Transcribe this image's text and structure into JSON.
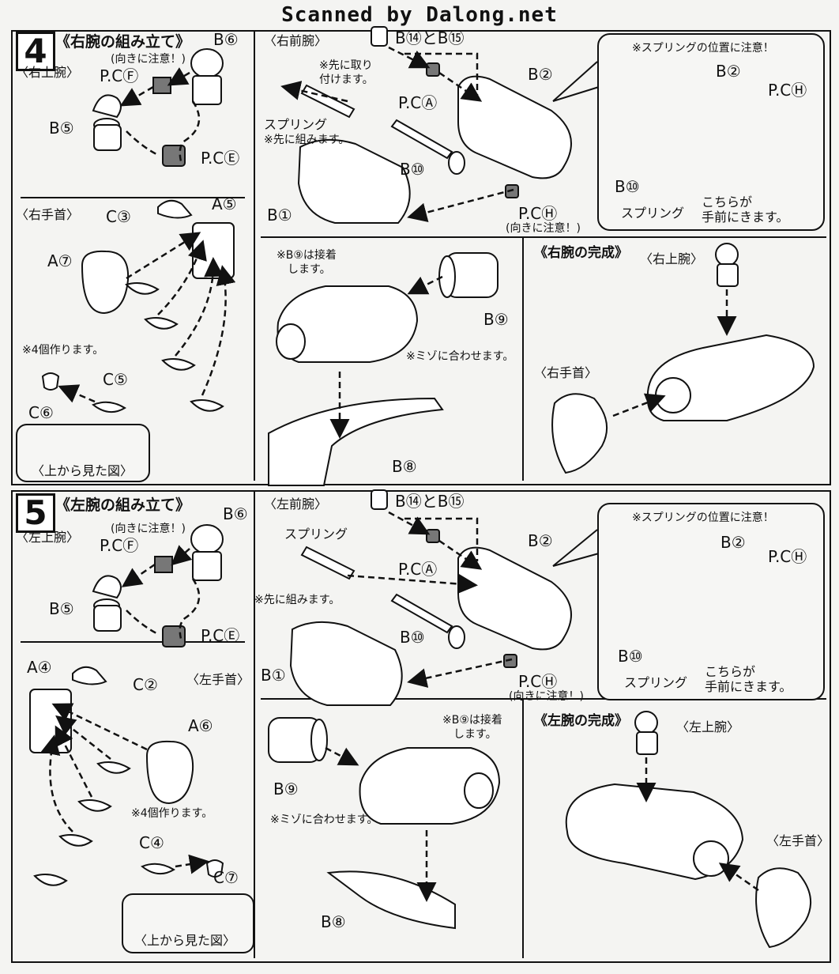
{
  "banner": "Scanned by Dalong.net",
  "step4": {
    "number": "4",
    "title": "《右腕の組み立て》",
    "upper_arm": {
      "header": "〈右上腕〉",
      "labels": {
        "b6": "B⑥",
        "caution": "(向きに注意！)",
        "pcf": "P.CⒻ",
        "b5": "B⑤",
        "pce": "P.CⒺ"
      }
    },
    "wrist": {
      "header": "〈右手首〉",
      "labels": {
        "c3": "C③",
        "a5": "A⑤",
        "a7": "A⑦",
        "note": "※4個作ります。",
        "c5": "C⑤",
        "c6": "C⑥"
      },
      "topview": "〈上から見た図〉"
    },
    "forearm": {
      "header": "〈右前腕〉",
      "labels": {
        "b14_15": "B⑭とB⑮",
        "first_attach": "※先に取り\n付けます。",
        "pca": "P.CⒶ",
        "b2": "B②",
        "spring": "スプリング",
        "spring_note": "※先に組みます。",
        "b10": "B⑩",
        "b1": "B①",
        "pch": "P.CⒽ",
        "pch_caution": "(向きに注意！)"
      }
    },
    "callout": {
      "title": "※スプリングの位置に注意！",
      "b2": "B②",
      "pch": "P.CⒽ",
      "b10": "B⑩",
      "spring": "スプリング",
      "front": "こちらが\n手前にきます。"
    },
    "lower": {
      "glue": "※B⑨は接着\n　します。",
      "b9": "B⑨",
      "groove": "※ミゾに合わせます。",
      "b8": "B⑧"
    },
    "complete": {
      "title": "《右腕の完成》",
      "upper": "〈右上腕〉",
      "wrist": "〈右手首〉"
    }
  },
  "step5": {
    "number": "5",
    "title": "《左腕の組み立て》",
    "upper_arm": {
      "header": "〈左上腕〉",
      "labels": {
        "b6": "B⑥",
        "caution": "(向きに注意！)",
        "pcf": "P.CⒻ",
        "b5": "B⑤",
        "pce": "P.CⒺ"
      }
    },
    "wrist": {
      "header": "〈左手首〉",
      "labels": {
        "a4": "A④",
        "c2": "C②",
        "a6": "A⑥",
        "note": "※4個作ります。",
        "c4": "C④",
        "c7": "C⑦"
      },
      "topview": "〈上から見た図〉"
    },
    "forearm": {
      "header": "〈左前腕〉",
      "labels": {
        "b14_15": "B⑭とB⑮",
        "spring": "スプリング",
        "spring_note": "※先に組みます。",
        "pca": "P.CⒶ",
        "b2": "B②",
        "b10": "B⑩",
        "b1": "B①",
        "pch": "P.CⒽ",
        "pch_caution": "(向きに注意！)"
      }
    },
    "callout": {
      "title": "※スプリングの位置に注意！",
      "b2": "B②",
      "pch": "P.CⒽ",
      "b10": "B⑩",
      "spring": "スプリング",
      "front": "こちらが\n手前にきます。"
    },
    "lower": {
      "glue": "※B⑨は接着\n　します。",
      "b9": "B⑨",
      "groove": "※ミゾに合わせます。",
      "b8": "B⑧"
    },
    "complete": {
      "title": "《左腕の完成》",
      "upper": "〈左上腕〉",
      "wrist": "〈左手首〉"
    }
  }
}
